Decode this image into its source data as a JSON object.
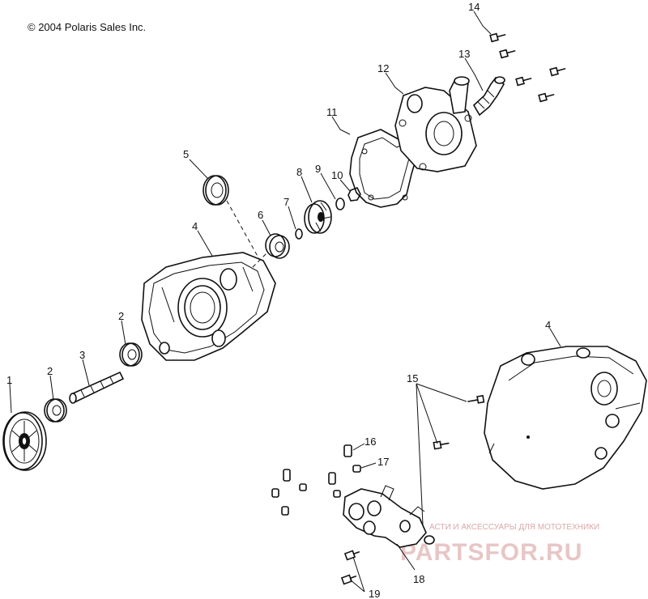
{
  "copyright": "© 2004 Polaris Sales Inc.",
  "watermark": {
    "tagline": "АСТИ И АКСЕССУАРЫ ДЛЯ МОТОТЕХНИКИ",
    "brand": "PARTSFOR.RU"
  },
  "callouts": [
    {
      "id": "c1",
      "label": "1"
    },
    {
      "id": "c2a",
      "label": "2"
    },
    {
      "id": "c2b",
      "label": "2"
    },
    {
      "id": "c3",
      "label": "3"
    },
    {
      "id": "c4a",
      "label": "4"
    },
    {
      "id": "c4b",
      "label": "4"
    },
    {
      "id": "c5",
      "label": "5"
    },
    {
      "id": "c6",
      "label": "6"
    },
    {
      "id": "c7",
      "label": "7"
    },
    {
      "id": "c8",
      "label": "8"
    },
    {
      "id": "c9",
      "label": "9"
    },
    {
      "id": "c10",
      "label": "10"
    },
    {
      "id": "c11",
      "label": "11"
    },
    {
      "id": "c12",
      "label": "12"
    },
    {
      "id": "c13",
      "label": "13"
    },
    {
      "id": "c14",
      "label": "14"
    },
    {
      "id": "c15",
      "label": "15"
    },
    {
      "id": "c16",
      "label": "16"
    },
    {
      "id": "c17",
      "label": "17"
    },
    {
      "id": "c18",
      "label": "18"
    },
    {
      "id": "c19",
      "label": "19"
    }
  ]
}
